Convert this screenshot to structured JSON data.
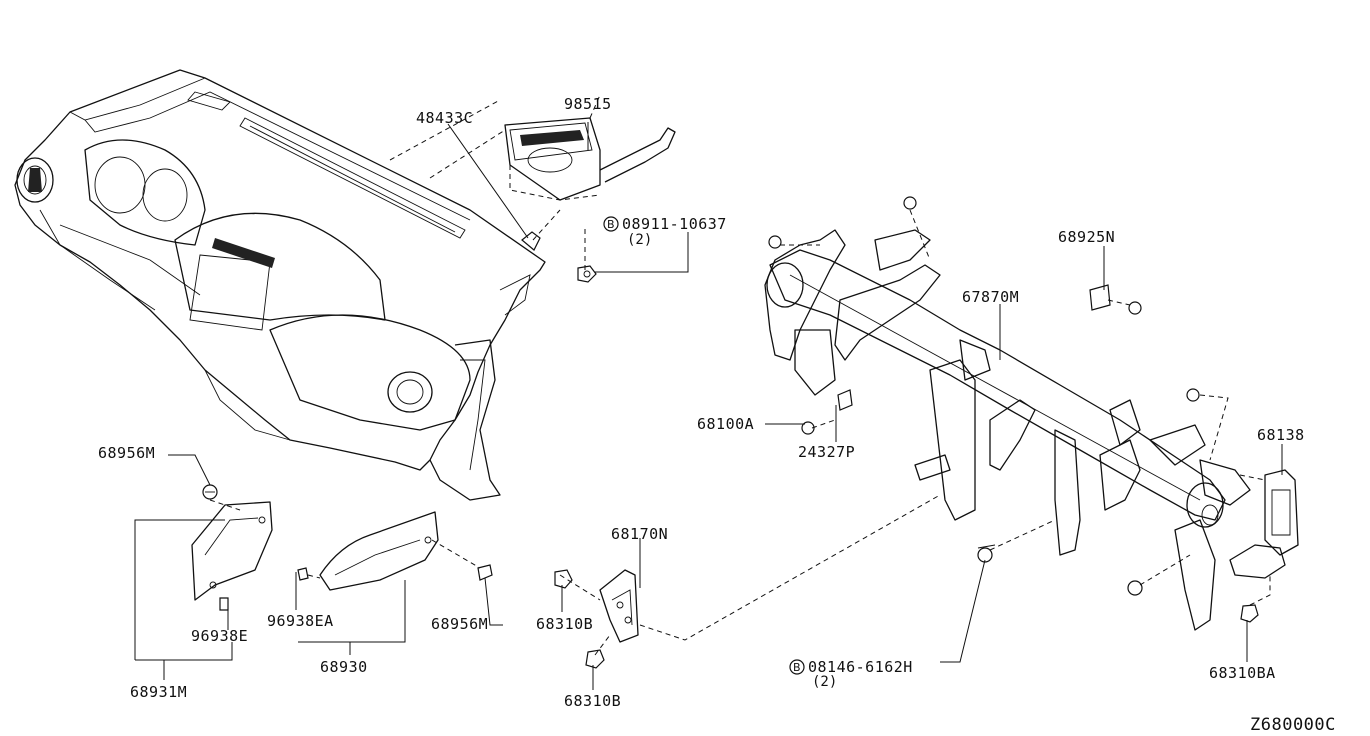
{
  "diagram_code": "Z680000C",
  "parts": {
    "p48433c": "48433C",
    "p98515": "98515",
    "p08911": "08911-10637",
    "p08911_qty": "(2)",
    "p68925n": "68925N",
    "p67870m": "67870M",
    "p68100a": "68100A",
    "p24327p": "24327P",
    "p68138": "68138",
    "p68956m_top": "68956M",
    "p68956m_right": "68956M",
    "p96938e": "96938E",
    "p96938ea": "96938EA",
    "p68930": "68930",
    "p68931m": "68931M",
    "p68170n": "68170N",
    "p68310b_left": "68310B",
    "p68310b_bottom": "68310B",
    "p08146": "08146-6162H",
    "p08146_qty": "(2)",
    "p68310ba": "68310BA"
  },
  "bolt_prefix": "B",
  "icons": [
    "bolt-marker-icon",
    "clip-icon",
    "nut-icon",
    "screw-icon"
  ]
}
